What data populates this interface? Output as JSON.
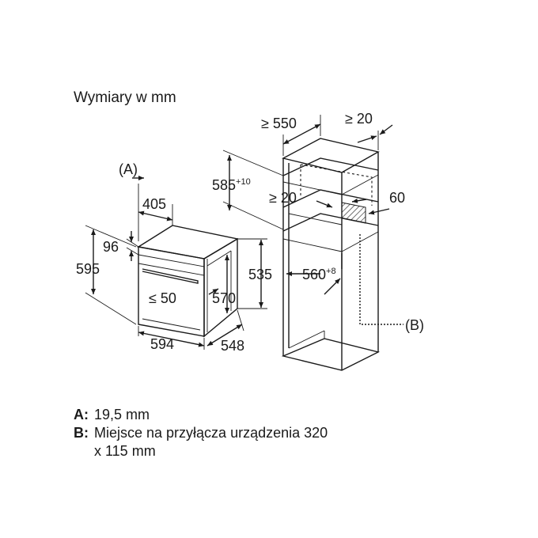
{
  "title": "Wymiary w mm",
  "callouts": {
    "a": "(A)",
    "b": "(B)"
  },
  "dimensions": {
    "oven_width": "594",
    "oven_depth": "548",
    "oven_height": "595",
    "top_offset": "96",
    "inner_width": "405",
    "inner_height": "570",
    "clearance_le_50": "≤ 50",
    "niche_height": "535",
    "cabinet_depth": "≥ 550",
    "rear_gap": "≥ 20",
    "front_gap": "≥ 20",
    "vent_depth": "60",
    "niche_height_cab": "585",
    "niche_height_cab_tol": "+10",
    "niche_width": "560",
    "niche_width_tol": "+8"
  },
  "legend": [
    {
      "key": "A:",
      "text": "19,5 mm"
    },
    {
      "key": "B:",
      "text": "Miejsce na przyłącza urządzenia 320 x 115 mm"
    }
  ]
}
